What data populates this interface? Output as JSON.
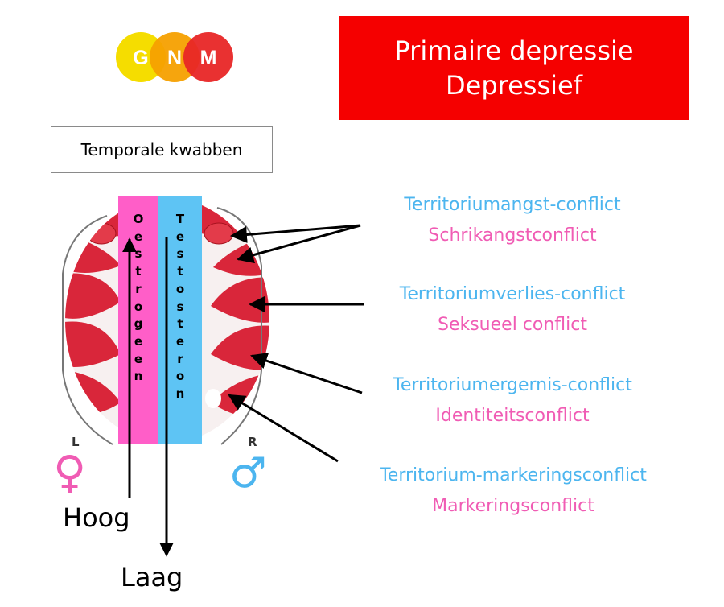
{
  "logo": {
    "letters": [
      "G",
      "N",
      "M"
    ],
    "colors": [
      "#f5dd00",
      "#f5a000",
      "#e82626"
    ]
  },
  "title": {
    "line1": "Primaire depressie",
    "line2": "Depressief",
    "bg": "#f50000"
  },
  "lobe_label": "Temporale kwabben",
  "hormones": {
    "estrogen": {
      "letters": [
        "O",
        "e",
        "s",
        "t",
        "r",
        "o",
        "g",
        "e",
        "e",
        "n"
      ],
      "color": "#ff5ec8"
    },
    "testosterone": {
      "letters": [
        "T",
        "e",
        "s",
        "t",
        "o",
        "s",
        "t",
        "e",
        "r",
        "o",
        "n"
      ],
      "color": "#5ec4f4"
    }
  },
  "conflicts": [
    {
      "blue": "Territoriumangst-conflict",
      "pink": "Schrikangstconflict"
    },
    {
      "blue": "Territoriumverlies-conflict",
      "pink": "Seksueel conflict"
    },
    {
      "blue": "Territoriumergernis-conflict",
      "pink": "Identiteitsconflict"
    },
    {
      "blue": "Territorium-markeringsconflict",
      "pink": "Markeringsconflict"
    }
  ],
  "sides": {
    "left": "L",
    "right": "R"
  },
  "symbols": {
    "female": "♀",
    "male": "♂"
  },
  "levels": {
    "high": "Hoog",
    "low": "Laag"
  }
}
